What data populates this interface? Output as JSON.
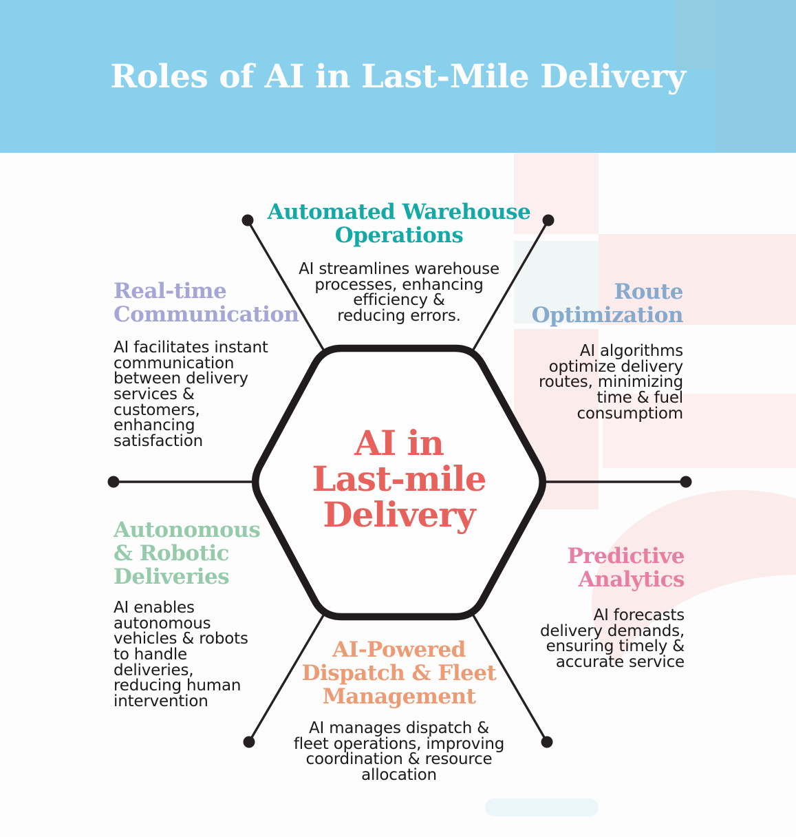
{
  "header": {
    "title": "Roles of AI in Last-Mile Delivery",
    "bg_color": "#89D0EC",
    "title_color": "#FEFEFE"
  },
  "center": {
    "label": "AI in\nLast-mile\nDelivery",
    "color": "#E8625D"
  },
  "palette": {
    "line_color": "#262023",
    "hexagon_border": "#201C1E",
    "body_text": "#1B191A",
    "background_pink": "#FBEBEB"
  },
  "sections": [
    {
      "id": "automated-warehouse-operations",
      "title": "Automated Warehouse\nOperations",
      "body": "AI streamlines warehouse\nprocesses, enhancing\nefficiency &\nreducing errors.",
      "color": "#14A8A6"
    },
    {
      "id": "route-optimization",
      "title": "Route\nOptimization",
      "body": "AI algorithms\noptimize delivery\nroutes, minimizing\ntime & fuel\nconsumptiom",
      "color": "#85AACE"
    },
    {
      "id": "predictive-analytics",
      "title": "Predictive\nAnalytics",
      "body": "AI forecasts\ndelivery demands,\nensuring timely &\naccurate service",
      "color": "#E87EA4"
    },
    {
      "id": "ai-powered-dispatch-fleet-management",
      "title": "AI-Powered\nDispatch & Fleet\nManagement",
      "body": "AI manages dispatch &\nfleet operations, improving\ncoordination & resource\nallocation",
      "color": "#EC9B74"
    },
    {
      "id": "autonomous-robotic-deliveries",
      "title": "Autonomous\n& Robotic\nDeliveries",
      "body": "AI enables\nautonomous\nvehicles & robots\nto handle\ndeliveries,\nreducing human\nintervention",
      "color": "#95CBAB"
    },
    {
      "id": "real-time-communication",
      "title": "Real-time\nCommunication",
      "body": "AI facilitates instant\ncommunication\nbetween delivery\nservices &\ncustomers,\nenhancing\nsatisfaction",
      "color": "#A5A5D6"
    }
  ]
}
